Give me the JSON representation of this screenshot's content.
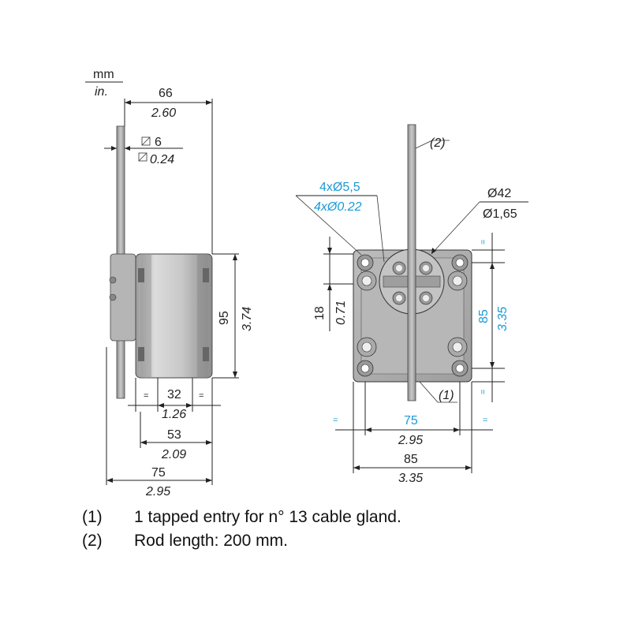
{
  "units": {
    "primary": "mm",
    "secondary": "in."
  },
  "side_view": {
    "width_top": {
      "mm": "66",
      "in": "2.60"
    },
    "rod_square": {
      "mm": "6",
      "in": "0.24"
    },
    "height": {
      "mm": "95",
      "in": "3.74"
    },
    "body_depth": {
      "mm": "32",
      "in": "1.26"
    },
    "depth_53": {
      "mm": "53",
      "in": "2.09"
    },
    "overall_75": {
      "mm": "75",
      "in": "2.95"
    },
    "equal_mark": "="
  },
  "front_view": {
    "rod_callout": "(2)",
    "holes": {
      "mm": "4xØ5,5",
      "in": "4xØ0.22"
    },
    "head_diameter": {
      "mm": "Ø42",
      "in": "Ø1,65"
    },
    "offset_18": {
      "mm": "18",
      "in": "0.71"
    },
    "height_85": {
      "mm": "85",
      "in": "3.35"
    },
    "entry_callout": "(1)",
    "width_75": {
      "mm": "75",
      "in": "2.95"
    },
    "width_85": {
      "mm": "85",
      "in": "3.35"
    },
    "equal_mark": "="
  },
  "notes": [
    {
      "num": "(1)",
      "text": "1 tapped entry for n° 13 cable gland."
    },
    {
      "num": "(2)",
      "text": "Rod length: 200 mm."
    }
  ],
  "colors": {
    "accent": "#1a9ad6",
    "line": "#222222",
    "body": "#cfcfcf"
  }
}
